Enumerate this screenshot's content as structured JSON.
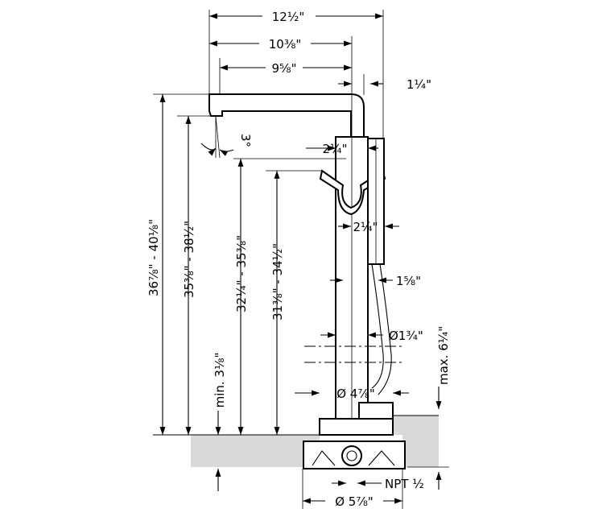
{
  "labels": {
    "top_12_5": "12½\"",
    "top_10_3_8": "10⅜\"",
    "top_9_5_8": "9⅝\"",
    "right_1_1_4": "1¼\"",
    "angle_3": "3°",
    "handle_2_1_4_top": "2¼\"",
    "handle_2_1_4_mid": "2¼\"",
    "hose_1_5_8": "1⅝\"",
    "dia_1_3_4": "Ø1¾\"",
    "max_6_1_4": "max. 6¼\"",
    "dia_4_7_8": "Ø 4⅞\"",
    "npt": "NPT ½",
    "dia_5_7_8": "Ø 5⅞\"",
    "v_36": "36⅞\" - 40⅛\"",
    "v_35": "35⅜\" - 38½\"",
    "v_32": "32¼\" - 35⅜\"",
    "v_31": "31⅜\" - 34½\"",
    "v_min": "min. 3⅛\""
  }
}
